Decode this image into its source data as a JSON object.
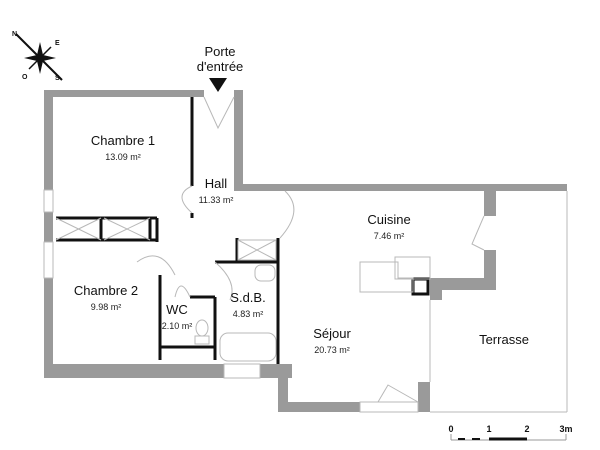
{
  "compass": {
    "labels": {
      "north": "N",
      "east": "E",
      "south": "S",
      "west": "O"
    }
  },
  "entrance": {
    "line1": "Porte",
    "line2": "d'entrée",
    "icon": "arrow-down-icon"
  },
  "rooms": [
    {
      "id": "chambre1",
      "name": "Chambre 1",
      "area": "13.09 m²"
    },
    {
      "id": "hall",
      "name": "Hall",
      "area": "11.33 m²"
    },
    {
      "id": "cuisine",
      "name": "Cuisine",
      "area": "7.46 m²"
    },
    {
      "id": "chambre2",
      "name": "Chambre 2",
      "area": "9.98 m²"
    },
    {
      "id": "wc",
      "name": "WC",
      "area": "2.10 m²"
    },
    {
      "id": "sdb",
      "name": "S.d.B.",
      "area": "4.83 m²"
    },
    {
      "id": "sejour",
      "name": "Séjour",
      "area": "20.73 m²"
    },
    {
      "id": "terrasse",
      "name": "Terrasse",
      "area": ""
    }
  ],
  "scale": {
    "ticks": [
      "0",
      "1",
      "2",
      "3m"
    ]
  },
  "colors": {
    "wall": "#9a9a9a",
    "partition": "#111111",
    "fixture": "#b8b8b8"
  }
}
